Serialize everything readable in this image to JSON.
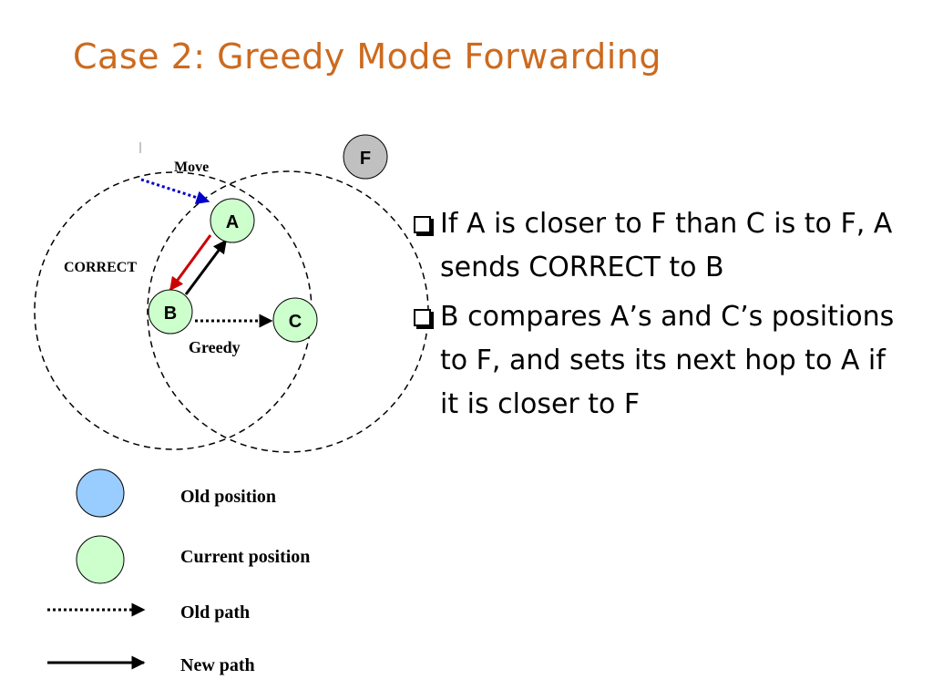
{
  "title": "Case 2: Greedy Mode Forwarding",
  "nodes": {
    "F": "F",
    "A": "A",
    "B": "B",
    "C": "C"
  },
  "labels": {
    "move": "Move",
    "correct": "CORRECT",
    "greedy": "Greedy"
  },
  "bullets": [
    "If A is closer to F than C is to F, A sends CORRECT to B",
    "B compares A’s and C’s positions to F, and sets its next hop to A if it is closer to F"
  ],
  "legend": {
    "old_position": "Old position",
    "current_position": "Current position",
    "old_path": "Old path",
    "new_path": "New path"
  },
  "colors": {
    "title": "#cc6a1e",
    "current_node": "#ccffcc",
    "old_node": "#99ccff",
    "destination_node": "#c0c0c0",
    "correct_arrow": "#cc0000",
    "move_arrow": "#0000cc"
  }
}
